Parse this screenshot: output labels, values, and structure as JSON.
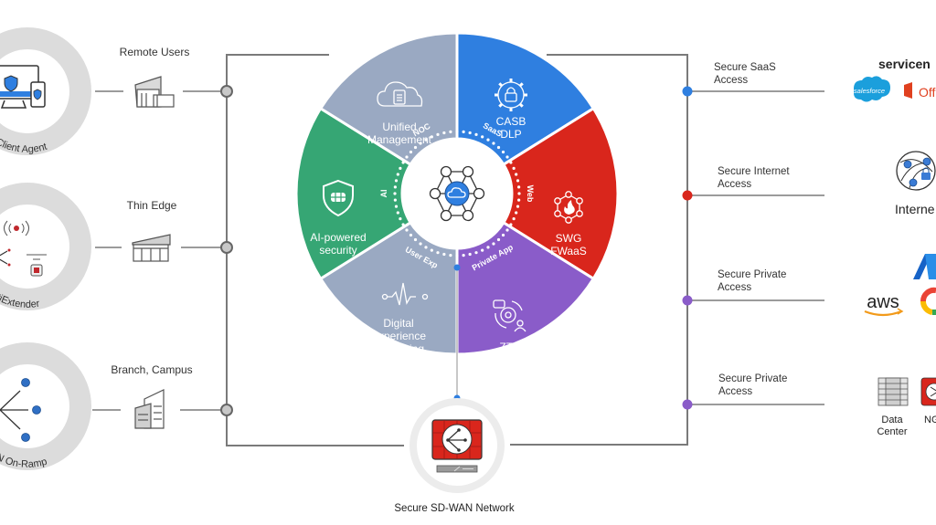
{
  "left_sources": [
    {
      "ring_label": "FortiClient Agent",
      "site_label": "Remote Users"
    },
    {
      "ring_label": "FortiExtender",
      "site_label": "Thin Edge"
    },
    {
      "ring_label": "SD-WAN On-Ramp",
      "site_label": "Branch, Campus"
    }
  ],
  "wheel": {
    "hub_icon": "cloud-network-icon",
    "segments": [
      {
        "title_lines": [
          "CASB",
          "DLP"
        ],
        "ring_tag": "SaaS",
        "icon": "gear-lock-icon",
        "color": "#2f7fe0"
      },
      {
        "title_lines": [
          "SWG",
          "FWaaS"
        ],
        "ring_tag": "Web",
        "icon": "network-flame-icon",
        "color": "#d9261c"
      },
      {
        "title_lines": [
          "ZTNA"
        ],
        "ring_tag": "Private App",
        "icon": "gear-user-icon",
        "color": "#8a5cc9"
      },
      {
        "title_lines": [
          "Digital",
          "Experience",
          "Monitoring"
        ],
        "ring_tag": "User Exp",
        "icon": "pulse-icon",
        "color": "#9aa9c2"
      },
      {
        "title_lines": [
          "AI-powered",
          "security"
        ],
        "ring_tag": "AI",
        "icon": "shield-icon",
        "color": "#36a674"
      },
      {
        "title_lines": [
          "Unified",
          "Management"
        ],
        "ring_tag": "NOC",
        "icon": "cloud-clipboard-icon",
        "color": "#9aa9c2"
      }
    ]
  },
  "bottom_node": {
    "label": "Secure SD-WAN Network",
    "icon": "fortigate-sdwan-icon"
  },
  "right_access": [
    {
      "label_lines": [
        "Secure SaaS",
        "Access"
      ],
      "dot_color": "#2f7fe0"
    },
    {
      "label_lines": [
        "Secure Internet",
        "Access"
      ],
      "dot_color": "#d9261c"
    },
    {
      "label_lines": [
        "Secure Private",
        "Access"
      ],
      "dot_color": "#8a5cc9"
    },
    {
      "label_lines": [
        "Secure Private",
        "Access"
      ],
      "dot_color": "#8a5cc9"
    }
  ],
  "destinations": {
    "saas": {
      "servicenow": "servicen",
      "salesforce": "salesforce",
      "office": "Off"
    },
    "internet": {
      "label": "Interne"
    },
    "cloud": {
      "aws": "aws"
    },
    "datacenter": {
      "label_lines": [
        "Data",
        "Center"
      ],
      "ngfw": "NG"
    }
  },
  "colors": {
    "line": "#7a7a7a",
    "ring": "#dcdcdc",
    "node": "#c8c8c8"
  }
}
